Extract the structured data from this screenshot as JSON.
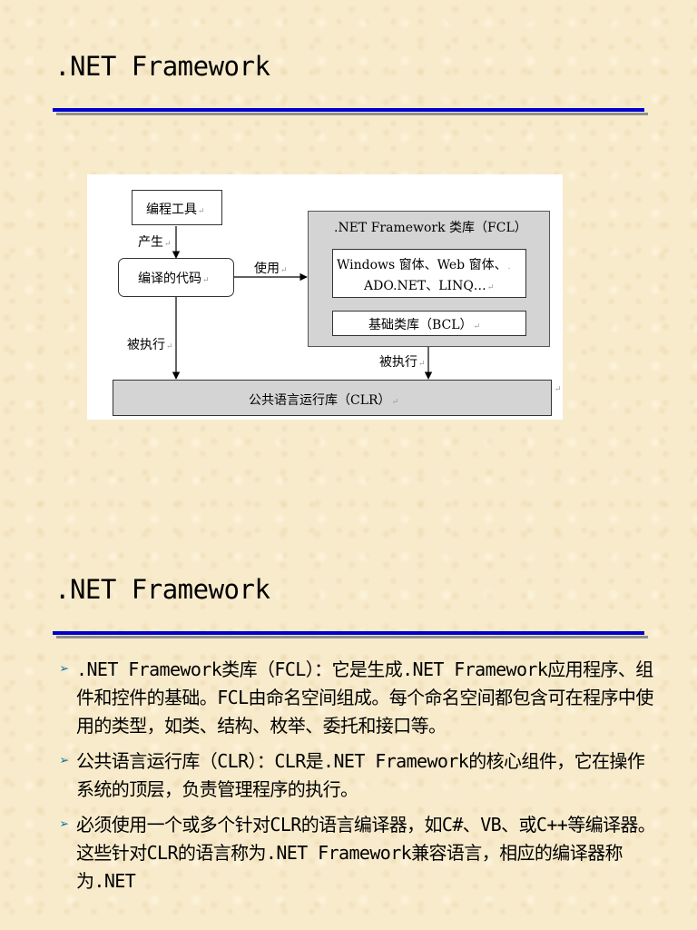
{
  "slides": [
    {
      "title": ".NET Framework"
    },
    {
      "title": ".NET Framework"
    }
  ],
  "diagram": {
    "tools": "编程工具",
    "produce": "产生",
    "compiled_code": "编译的代码",
    "use": "使用",
    "fcl_title": ".NET Framework 类库（FCL）",
    "fcl_inner_line1": "Windows 窗体、Web 窗体、",
    "fcl_inner_line2": "ADO.NET、LINQ…",
    "bcl": "基础类库（BCL）",
    "executed_left": "被执行",
    "executed_right": "被执行",
    "clr": "公共语言运行库（CLR）",
    "return_mark": "↵"
  },
  "bullets": {
    "marker": "➢",
    "items": [
      ".NET Framework类库（FCL）：它是生成.NET Framework应用程序、组件和控件的基础。FCL由命名空间组成。每个命名空间都包含可在程序中使用的类型，如类、结构、枚举、委托和接口等。",
      "公共语言运行库（CLR）：CLR是.NET Framework的核心组件，它在操作系统的顶层，负责管理程序的执行。",
      "必须使用一个或多个针对CLR的语言编译器，如C#、VB、或C++等编译器。这些针对CLR的语言称为.NET Framework兼容语言，相应的编译器称为.NET"
    ]
  },
  "colors": {
    "background": "#f8ebcc",
    "rule_blue": "#0000cc",
    "rule_shadow": "#8f8f8f",
    "bullet_marker": "#0070a8"
  }
}
